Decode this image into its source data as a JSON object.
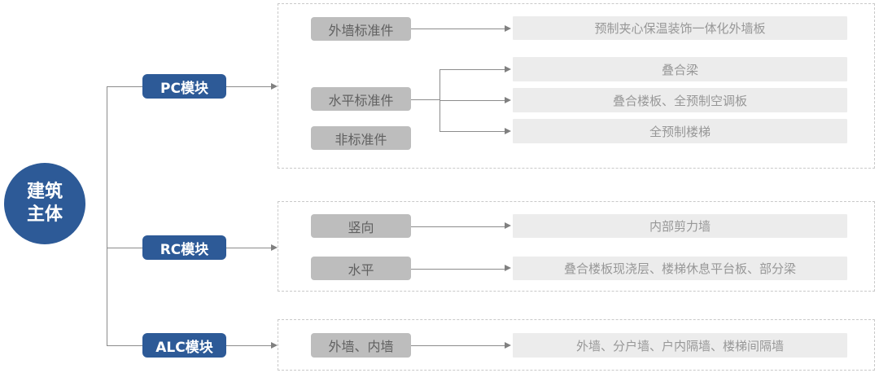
{
  "palette": {
    "primary_blue": "#2d5a97",
    "label_gray_bg": "#bdbdbd",
    "result_gray_bg": "#ececec",
    "line_gray": "#8c8c8c",
    "dashed_border": "#c9c9c9"
  },
  "root": {
    "label": "建筑主体",
    "lines": [
      "建筑",
      "主体"
    ]
  },
  "modules": [
    {
      "label": "PC模块",
      "parts": [
        {
          "label": "外墙标准件",
          "targets": [
            "预制夹心保温装饰一体化外墙板"
          ]
        },
        {
          "label": "水平标准件",
          "targets": [
            "叠合梁",
            "叠合楼板、全预制空调板",
            "全预制楼梯"
          ]
        },
        {
          "label": "非标准件",
          "targets": []
        }
      ]
    },
    {
      "label": "RC模块",
      "parts": [
        {
          "label": "竖向",
          "targets": [
            "内部剪力墙"
          ]
        },
        {
          "label": "水平",
          "targets": [
            "叠合楼板现浇层、楼梯休息平台板、部分梁"
          ]
        }
      ]
    },
    {
      "label": "ALC模块",
      "parts": [
        {
          "label": "外墙、内墙",
          "targets": [
            "外墙、分户墙、户内隔墙、楼梯间隔墙"
          ]
        }
      ]
    }
  ]
}
